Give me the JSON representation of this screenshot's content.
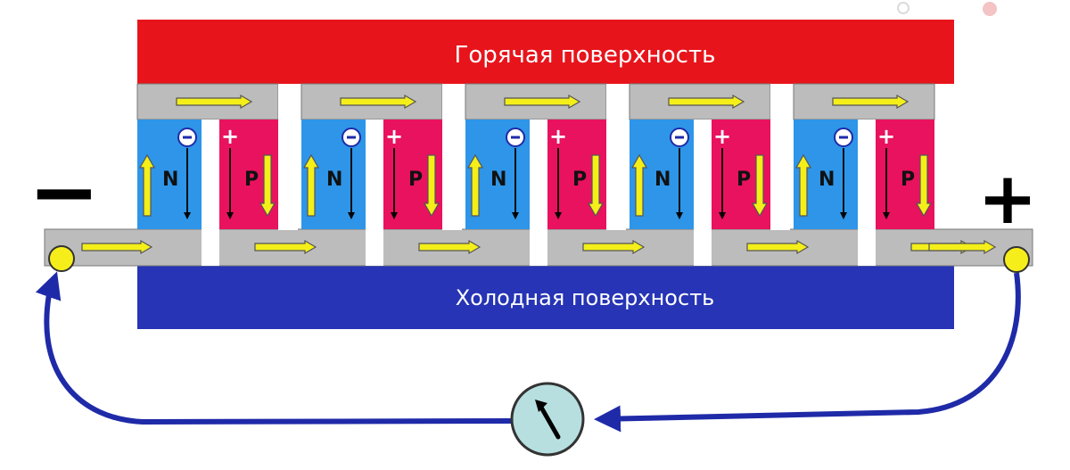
{
  "diagram": {
    "hot_surface_label": "Горячая поверхность",
    "cold_surface_label": "Холодная поверхность",
    "negative_terminal": "−",
    "positive_terminal": "+",
    "n_label": "N",
    "p_label": "P",
    "n_charge": "−",
    "p_charge": "+",
    "couple_count": 5,
    "colors": {
      "hot": "#e8141b",
      "cold": "#2634b5",
      "n_type": "#2e95e8",
      "p_type": "#e8125e",
      "conductor": "#bcbcbc",
      "arrow": "#f4ef19",
      "wire": "#1f2aa8",
      "meter": "#b7dfe0",
      "terminal": "#f6ee1a"
    }
  }
}
